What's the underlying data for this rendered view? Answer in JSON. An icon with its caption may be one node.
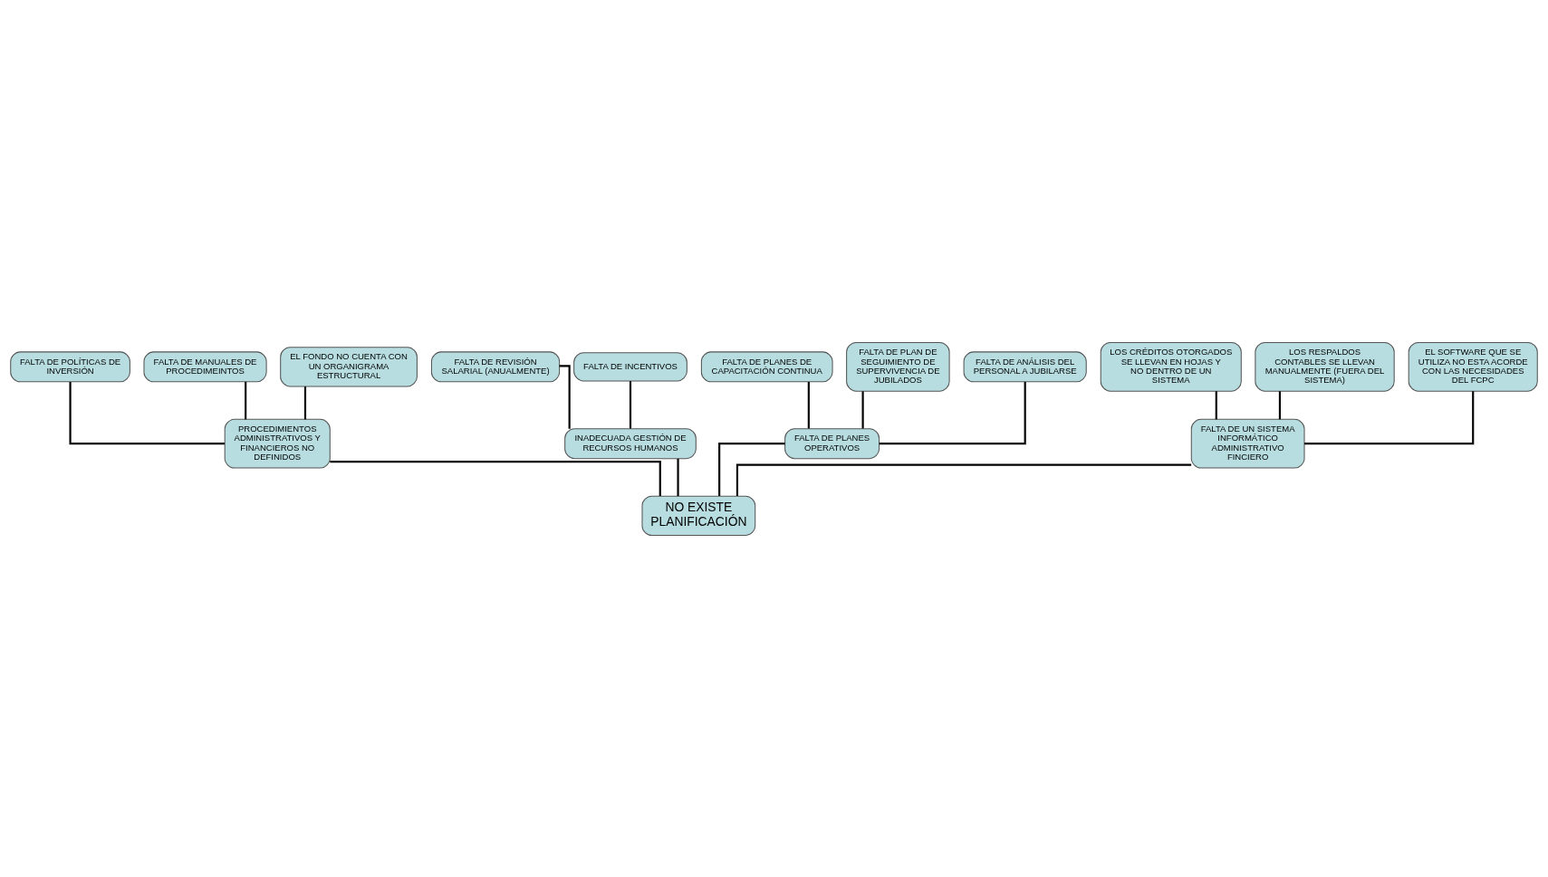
{
  "diagram": {
    "nodes": [
      {
        "text": [
          "FALTA DE POLÍTICAS DE INVERSIÓN"
        ]
      },
      {
        "text": [
          "FALTA DE MANUALES DE PROCEDIMEINTOS"
        ]
      },
      {
        "text": [
          "EL FONDO NO CUENTA CON UN ORGANIGRAMA ESTRUCTURAL"
        ]
      },
      {
        "text": [
          "PROCEDIMIENTOS ADMINISTRATIVOS Y FINANCIEROS NO DEFINIDOS"
        ]
      },
      {
        "text": [
          "FALTA DE REVISIÓN SALARIAL (ANUALMENTE)"
        ]
      },
      {
        "text": [
          "FALTA DE INCENTIVOS"
        ]
      },
      {
        "text": [
          "INADECUADA GESTIÓN DE RECURSOS HUMANOS"
        ]
      },
      {
        "text": [
          "FALTA DE PLANES DE CAPACITACIÓN CONTINUA"
        ]
      },
      {
        "text": [
          "FALTA DE PLAN DE SEGUIMIENTO DE SUPERVIVENCIA DE JUBILADOS"
        ]
      },
      {
        "text": [
          "FALTA DE ANÁLISIS DEL PERSONAL A JUBILARSE"
        ]
      },
      {
        "text": [
          "FALTA DE PLANES OPERATIVOS"
        ]
      },
      {
        "text": [
          "LOS CRÉDITOS OTORGADOS SE LLEVAN EN HOJAS Y NO DENTRO DE UN SISTEMA"
        ]
      },
      {
        "text": [
          "LOS RESPALDOS CONTABLES SE LLEVAN MANUALMENTE (FUERA DEL SISTEMA)"
        ]
      },
      {
        "text": [
          "EL SOFTWARE QUE SE UTILIZA NO ESTA ACORDE CON LAS NECESIDADES DEL FCPC"
        ]
      },
      {
        "text": [
          "FALTA DE UN SISTEMA INFORMÁTICO ADMINISTRATIVO FINCIERO"
        ]
      },
      {
        "text": [
          "NO EXISTE PLANIFICACIÓN"
        ]
      }
    ],
    "edges": [
      {
        "from": 15,
        "to": 3,
        "arrow": "none"
      },
      {
        "from": 15,
        "to": 6,
        "arrow": "none"
      },
      {
        "from": 15,
        "to": 10,
        "arrow": "none"
      },
      {
        "from": 15,
        "to": 14,
        "arrow": "none"
      },
      {
        "from": 3,
        "to": 0,
        "arrow": "none"
      },
      {
        "from": 3,
        "to": 1,
        "arrow": "none"
      },
      {
        "from": 3,
        "to": 2,
        "arrow": "none"
      },
      {
        "from": 6,
        "to": 4,
        "arrow": "none"
      },
      {
        "from": 6,
        "to": 5,
        "arrow": "none"
      },
      {
        "from": 10,
        "to": 7,
        "arrow": "none"
      },
      {
        "from": 10,
        "to": 8,
        "arrow": "none"
      },
      {
        "from": 10,
        "to": 9,
        "arrow": "none"
      },
      {
        "from": 14,
        "to": 11,
        "arrow": "none"
      },
      {
        "from": 14,
        "to": 12,
        "arrow": "none"
      },
      {
        "from": 14,
        "to": 13,
        "arrow": "none"
      }
    ]
  }
}
